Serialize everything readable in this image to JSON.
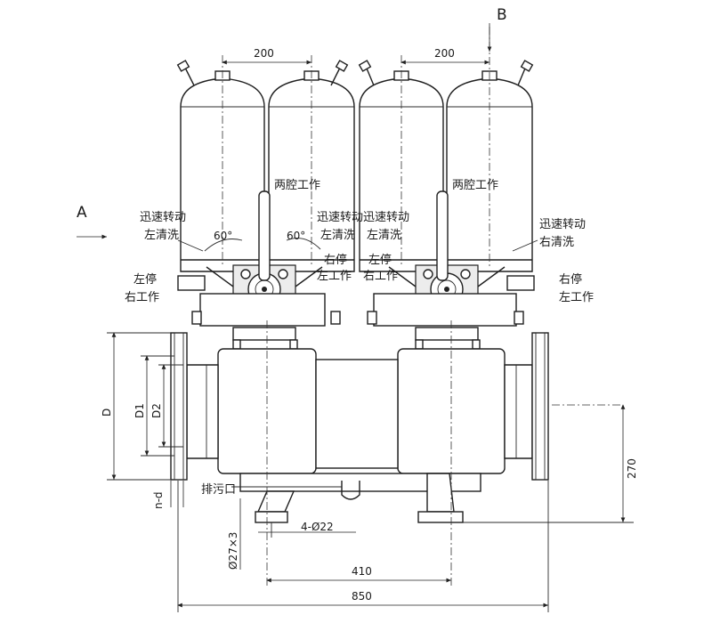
{
  "diagram": {
    "view_label_a": "A",
    "view_label_b": "B",
    "dims": {
      "top_left_200": "200",
      "top_right_200": "200",
      "d": "D",
      "d1": "D1",
      "d2": "D2",
      "nd": "n-d",
      "h270": "270",
      "bolt_holes": "4-Ø22",
      "pipe": "Ø27×3",
      "w410": "410",
      "w850": "850",
      "angle_left": "60°",
      "angle_right": "60°"
    },
    "callouts": {
      "both_work_left": "两腔工作",
      "both_work_right": "两腔工作",
      "rotate_left_1": "迅速转动",
      "rotate_left_2": "左清洗",
      "rotate_mid_1": "迅速转动",
      "rotate_mid_2": "左清洗",
      "rotate_mid2_1": "迅速转动",
      "rotate_mid2_2": "左清洗",
      "rotate_right_1": "迅速转动",
      "rotate_right_2": "右清洗",
      "stop_left_1": "左停",
      "stop_left_2": "右工作",
      "stop_mid_1": "右停",
      "stop_mid_2": "左工作",
      "stop_mid2_1": "左停",
      "stop_mid2_2": "右工作",
      "stop_right_1": "右停",
      "stop_right_2": "左工作",
      "drain": "排污口"
    }
  }
}
